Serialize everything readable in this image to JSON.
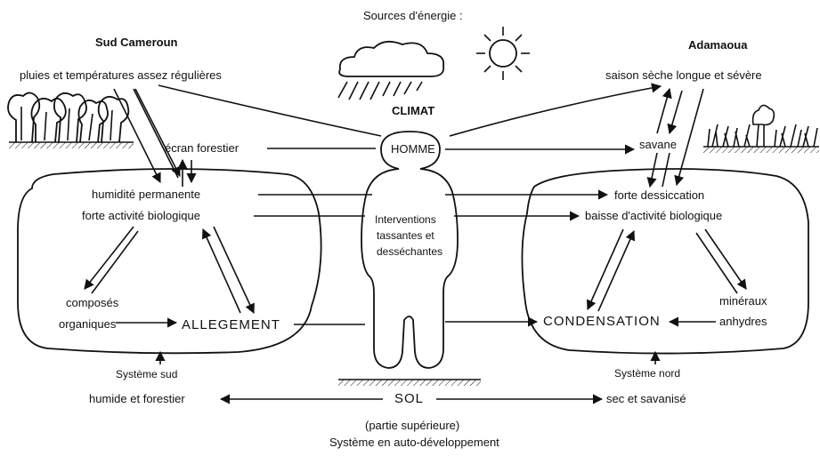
{
  "title": "Sources d'énergie :",
  "regions": {
    "south": "Sud Cameroun",
    "north": "Adamaoua"
  },
  "center": {
    "climat": "CLIMAT",
    "homme": "HOMME",
    "interventions": [
      "Interventions",
      "tassantes et",
      "desséchantes"
    ],
    "sol": "SOL",
    "sol_sub": "(partie supérieure)",
    "footer": "Système en auto-développement"
  },
  "south": {
    "climate": "pluies et températures assez régulières",
    "screen": "écran forestier",
    "box_line1": "humidité permanente",
    "box_line2": "forte activité biologique",
    "compounds": [
      "composés",
      "organiques"
    ],
    "process": "ALLEGEMENT",
    "system": "Système sud",
    "soil": "humide et forestier"
  },
  "north": {
    "climate": "saison sèche longue et sévère",
    "vegetation": "savane",
    "box_line1": "forte dessiccation",
    "box_line2": "baisse d'activité biologique",
    "minerals": [
      "minéraux",
      "anhydres"
    ],
    "process": "CONDENSATION",
    "system": "Système nord",
    "soil": "sec et savanisé"
  },
  "icons": [
    "sun-icon",
    "rain-cloud-icon",
    "forest-icon",
    "savanna-icon",
    "human-figure"
  ]
}
